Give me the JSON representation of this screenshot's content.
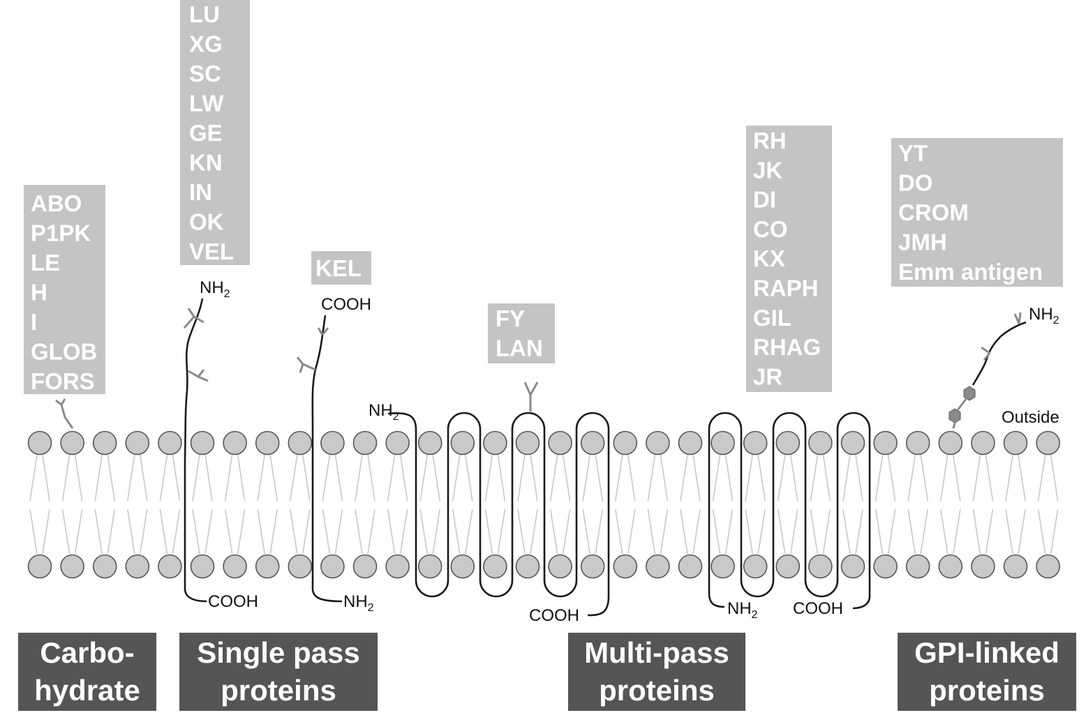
{
  "antigen_groups": {
    "carbohydrate": [
      "ABO",
      "P1PK",
      "LE",
      "H",
      "I",
      "GLOB",
      "FORS"
    ],
    "single_pass_top": [
      "LU",
      "XG",
      "SC",
      "LW",
      "GE",
      "KN",
      "IN",
      "OK",
      "VEL"
    ],
    "single_pass_kel": [
      "KEL"
    ],
    "multi_pass_fy": [
      "FY",
      "LAN"
    ],
    "multi_pass_rh": [
      "RH",
      "JK",
      "DI",
      "CO",
      "KX",
      "RAPH",
      "GIL",
      "RHAG",
      "JR"
    ],
    "gpi": [
      "YT",
      "DO",
      "CROM",
      "JMH",
      "Emm antigen"
    ]
  },
  "categories": {
    "carbohydrate": [
      "Carbo-",
      "hydrate"
    ],
    "single_pass": [
      "Single pass",
      "proteins"
    ],
    "multi_pass": [
      "Multi-pass",
      "proteins"
    ],
    "gpi": [
      "GPI-linked",
      "proteins"
    ]
  },
  "labels": {
    "nh2_base": "NH",
    "nh2_sub": "2",
    "cooh": "COOH",
    "outside": "Outside"
  },
  "colors": {
    "antigen_box": "#c4c4c4",
    "category_box": "#555555",
    "lipid_head": "#c9c9c9",
    "protein_chain": "#1a1a1a",
    "glycan": "#8a8a8a"
  }
}
